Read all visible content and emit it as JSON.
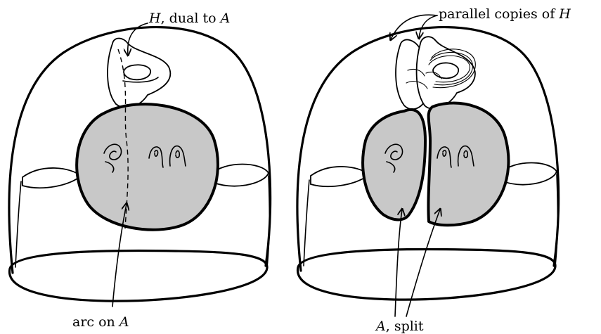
{
  "labels": {
    "h_dual_var": "H",
    "h_dual_rest": ", dual to ",
    "h_dual_var2": "A",
    "parallel_text": "parallel copies of ",
    "parallel_var": "H",
    "arc_text": "arc on ",
    "arc_var": "A",
    "split_var": "A",
    "split_rest": ", split"
  }
}
